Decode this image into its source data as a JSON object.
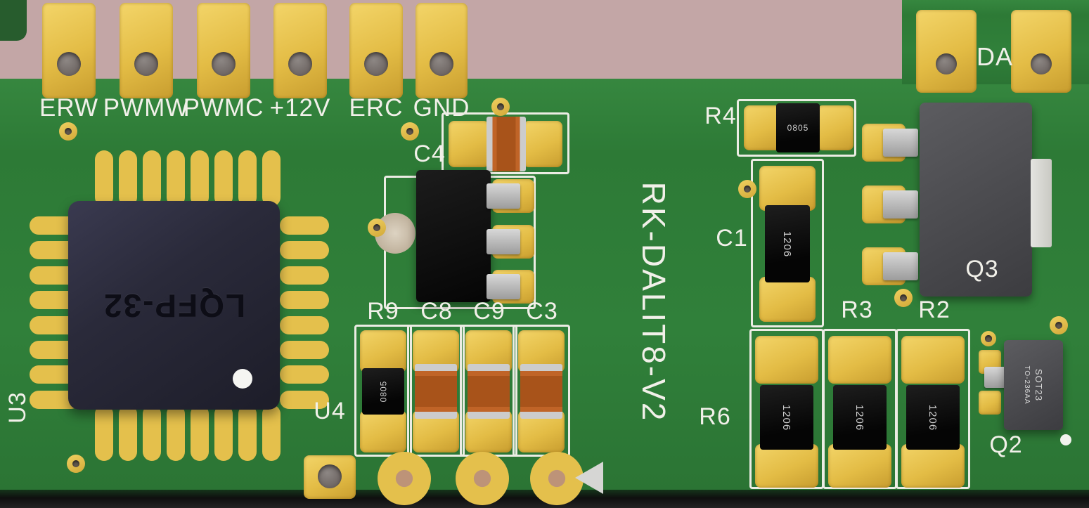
{
  "board": {
    "silkscreen_title": "RK-DALIT8-V2",
    "colors": {
      "background": "#c3a6a6",
      "board_green": "#2f7d39",
      "pad_gold": "#e4c04c",
      "silkscreen": "#f1f0e9",
      "ic_body": "#2a2a3a",
      "chip_black": "#0f0f0f",
      "ceramic_orange": "#a8531a",
      "package_gray": "#4b4b4f"
    }
  },
  "connector_labels": [
    "ERW",
    "PWMW",
    "PWMC",
    "+12V",
    "ERC",
    "GND"
  ],
  "top_right_connector": {
    "label": "DA"
  },
  "refdes": {
    "u3": "U3",
    "u4": "U4",
    "c4": "C4",
    "r9": "R9",
    "c8": "C8",
    "c9": "C9",
    "c3": "C3",
    "r4": "R4",
    "c1": "C1",
    "r3": "R3",
    "r2": "R2",
    "r6": "R6",
    "q3": "Q3",
    "q2": "Q2"
  },
  "markings": {
    "u3_package": "LQFP-32",
    "r9": "0805",
    "r4": "0805",
    "c1": "1206",
    "r_left": "1206",
    "r_mid": "1206",
    "r_right": "1206",
    "q2_line1": "SOT23",
    "q2_line2": "TO-236AA"
  }
}
